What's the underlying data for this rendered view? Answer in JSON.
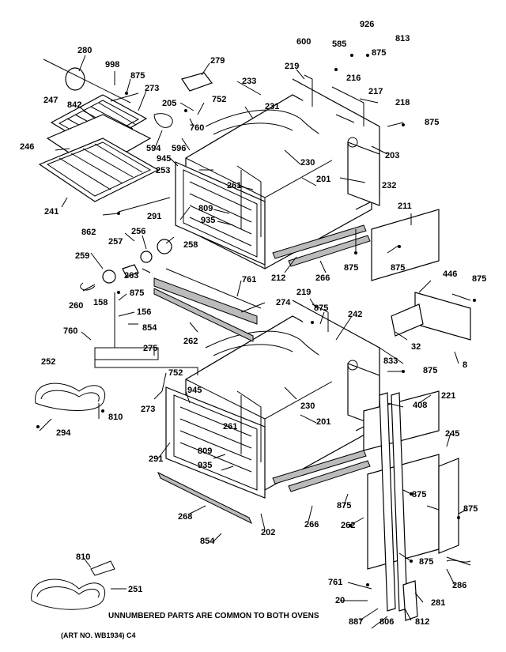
{
  "diagram": {
    "note": "UNNUMBERED PARTS ARE COMMON TO BOTH OVENS",
    "art_number": "(ART NO. WB1934) C4",
    "callouts": [
      "280",
      "998",
      "875",
      "273",
      "247",
      "842",
      "246",
      "241",
      "862",
      "279",
      "233",
      "205",
      "752",
      "760",
      "594",
      "596",
      "945",
      "253",
      "291",
      "219",
      "231",
      "230",
      "261",
      "809",
      "935",
      "201",
      "212",
      "266",
      "232",
      "875",
      "203",
      "600",
      "585",
      "926",
      "813",
      "875",
      "216",
      "217",
      "218",
      "875",
      "211",
      "875",
      "446",
      "875",
      "257",
      "256",
      "258",
      "259",
      "263",
      "260",
      "875",
      "156",
      "158",
      "854",
      "760",
      "275",
      "274",
      "761",
      "262",
      "219",
      "875",
      "242",
      "32",
      "833",
      "8",
      "875",
      "252",
      "752",
      "273",
      "945",
      "810",
      "294",
      "291",
      "261",
      "809",
      "935",
      "230",
      "201",
      "408",
      "221",
      "245",
      "875",
      "875",
      "875",
      "262",
      "268",
      "854",
      "202",
      "266",
      "875",
      "810",
      "251",
      "761",
      "20",
      "887",
      "806",
      "281",
      "812",
      "286"
    ]
  }
}
